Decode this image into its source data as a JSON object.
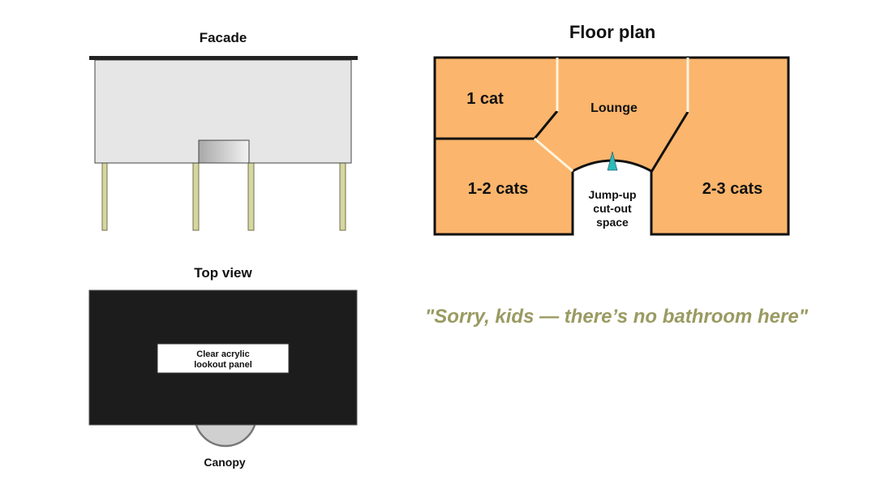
{
  "facade": {
    "title": "Facade"
  },
  "floor_plan": {
    "title": "Floor plan",
    "rooms": {
      "one_cat": "1 cat",
      "lounge": "Lounge",
      "one_two_cats": "1-2 cats",
      "two_three_cats": "2-3 cats",
      "cutout_line1": "Jump-up",
      "cutout_line2": "cut-out",
      "cutout_line3": "space"
    }
  },
  "top_view": {
    "title": "Top view",
    "panel_line1": "Clear acrylic",
    "panel_line2": "lookout panel",
    "canopy_label": "Canopy"
  },
  "quote": "\"Sorry, kids — there’s no bathroom here\"",
  "colors": {
    "room": "#fbb56c",
    "quote": "#9a9a62",
    "marker": "#2bbbb5"
  }
}
